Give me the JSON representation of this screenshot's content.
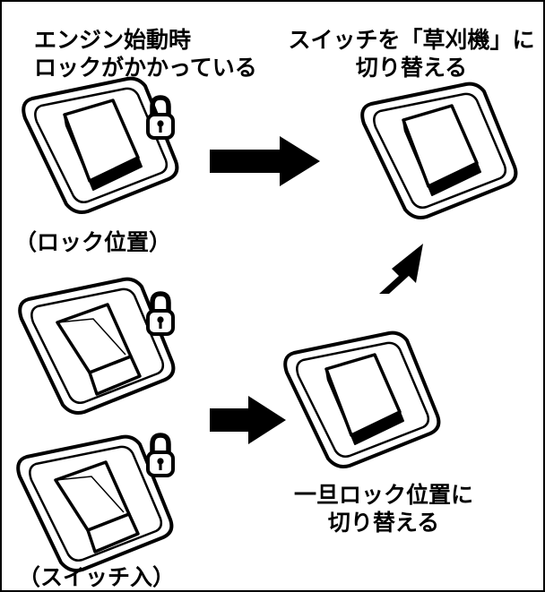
{
  "diagram": {
    "labels": {
      "engine_start_line1": "エンジン始動時",
      "engine_start_line2": "ロックがかかっている",
      "switch_to_mower_line1": "スイッチを「草刈機」に",
      "switch_to_mower_line2": "切り替える",
      "lock_position": "（ロック位置）",
      "switch_on": "（スイッチ入）",
      "temp_lock_line1": "一旦ロック位置に",
      "temp_lock_line2": "切り替える"
    },
    "colors": {
      "ink": "#000000",
      "background": "#ffffff",
      "switch_face": "#ffffff"
    },
    "icons": [
      "padlock-icon",
      "arrow-right-icon",
      "arrow-up-right-icon",
      "rocker-switch-icon"
    ]
  }
}
